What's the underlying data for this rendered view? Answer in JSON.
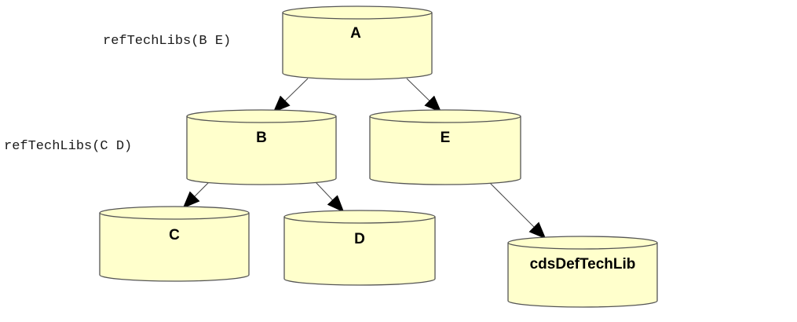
{
  "diagram": {
    "nodes": [
      {
        "id": "A",
        "label": "A"
      },
      {
        "id": "B",
        "label": "B"
      },
      {
        "id": "E",
        "label": "E"
      },
      {
        "id": "C",
        "label": "C"
      },
      {
        "id": "D",
        "label": "D"
      },
      {
        "id": "cdsDefTechLib",
        "label": "cdsDefTechLib"
      }
    ],
    "edges": [
      {
        "from": "A",
        "to": "B"
      },
      {
        "from": "A",
        "to": "E"
      },
      {
        "from": "B",
        "to": "C"
      },
      {
        "from": "B",
        "to": "D"
      },
      {
        "from": "E",
        "to": "cdsDefTechLib"
      }
    ],
    "annotations": {
      "a_refs": "refTechLibs(B E)",
      "b_refs": "refTechLibs(C D)"
    },
    "colors": {
      "cylinder_fill": "#ffffcc",
      "cylinder_stroke": "#555555",
      "edge": "#444444"
    }
  }
}
